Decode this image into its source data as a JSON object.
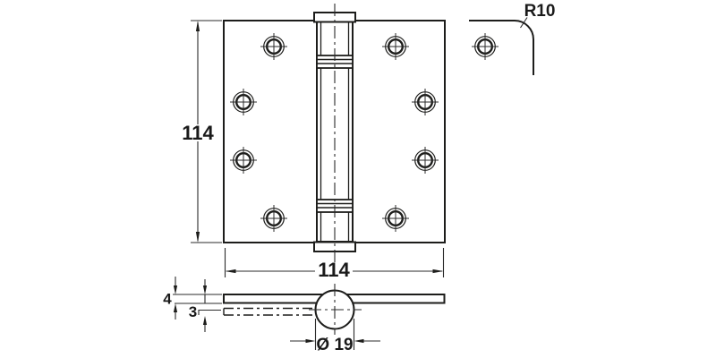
{
  "meta": {
    "background_color": "#ffffff",
    "line_color": "#1d1d1b"
  },
  "front_view": {
    "height_dim": "114",
    "width_dim": "114"
  },
  "corner_detail": {
    "radius_dim": "R10"
  },
  "side_view": {
    "top_leaf_thickness_dim": "4",
    "second_leaf_thickness_dim": "3",
    "knuckle_diameter_dim": "Ø 19"
  }
}
